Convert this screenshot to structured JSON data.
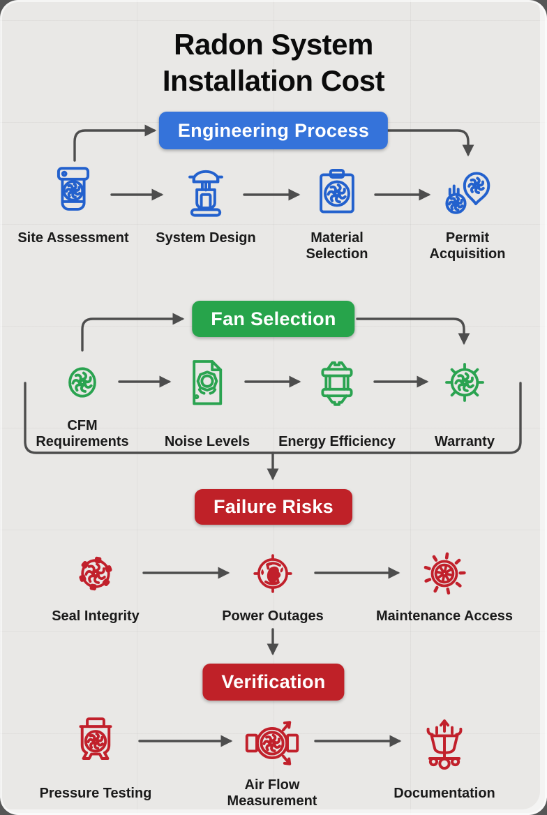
{
  "title_lines": [
    "Radon System",
    "Installation Cost"
  ],
  "colors": {
    "banner_blue": "#3573da",
    "banner_green": "#27a44b",
    "banner_red": "#bf2128",
    "icon_blue": "#2361cd",
    "icon_green": "#2aa350",
    "icon_red": "#c1202b",
    "arrow": "#4d4d4d",
    "background": "#e9e8e6",
    "text": "#1a1a1a"
  },
  "stages": [
    {
      "label": "Engineering Process",
      "color": "#3573da",
      "items": [
        {
          "label": "Site Assessment",
          "icon": "fan-scanner"
        },
        {
          "label": "System Design",
          "icon": "fan-pump"
        },
        {
          "label": "Material Selection",
          "icon": "fan-clipboard"
        },
        {
          "label": "Permit Acquisition",
          "icon": "fan-location-pin"
        }
      ]
    },
    {
      "label": "Fan Selection",
      "color": "#27a44b",
      "items": [
        {
          "label": "CFM Requirements",
          "icon": "fan-impeller"
        },
        {
          "label": "Noise Levels",
          "icon": "fan-document"
        },
        {
          "label": "Energy Efficiency",
          "icon": "fan-housing"
        },
        {
          "label": "Warranty",
          "icon": "fan-wheel"
        }
      ]
    },
    {
      "label": "Failure Risks",
      "color": "#bf2128",
      "items": [
        {
          "label": "Seal Integrity",
          "icon": "fan-gasket"
        },
        {
          "label": "Power Outages",
          "icon": "fan-power-loss"
        },
        {
          "label": "Maintenance Access",
          "icon": "fan-sunburst"
        }
      ]
    },
    {
      "label": "Verification",
      "color": "#bf2128",
      "items": [
        {
          "label": "Pressure Testing",
          "icon": "fan-chamber"
        },
        {
          "label": "Air Flow Measurement",
          "icon": "fan-duct"
        },
        {
          "label": "Documentation",
          "icon": "fan-cart"
        }
      ]
    }
  ]
}
